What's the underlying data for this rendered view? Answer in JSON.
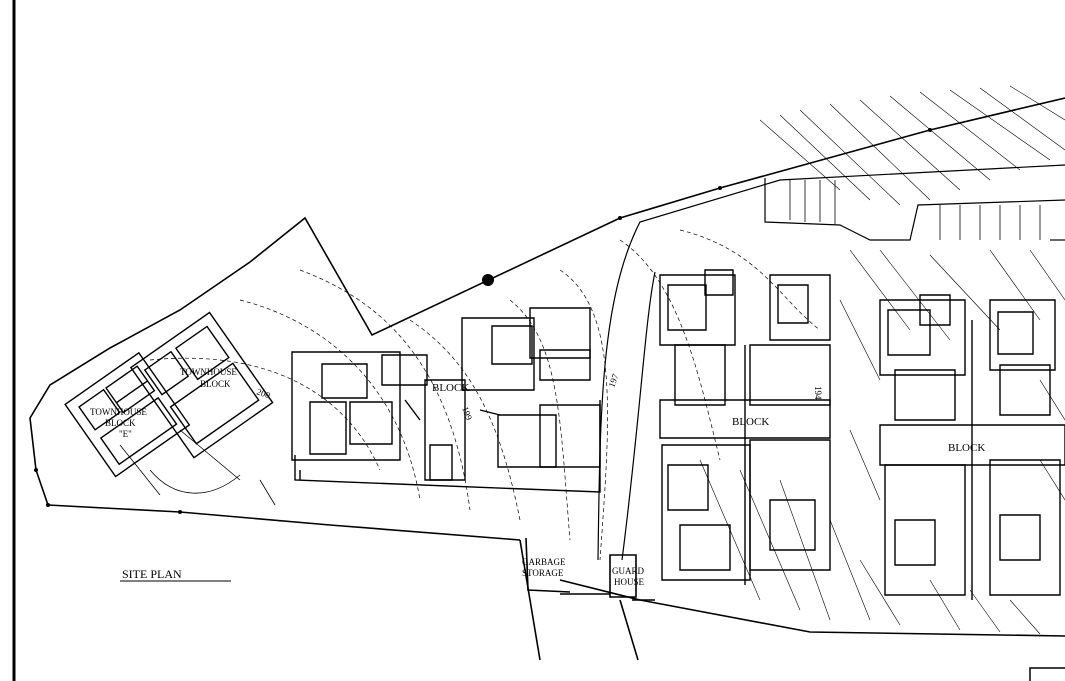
{
  "title": "SITE PLAN",
  "labels": {
    "townhouse_e_line1": "TOWNHOUSE",
    "townhouse_e_line2": "BLOCK",
    "townhouse_e_line3": "\"E\"",
    "townhouse_2_line1": "TOWNHOUSE",
    "townhouse_2_line2": "BLOCK",
    "block_a": "BLOCK",
    "block_b": "BLOCK",
    "block_c": "BLOCK",
    "garbage_line1": "GARBAGE",
    "garbage_line2": "STORAGE",
    "guard_line1": "GUARD",
    "guard_line2": "HOUSE"
  },
  "contours": {
    "c200": "200",
    "c199": "199",
    "c197": "197",
    "c194": "194"
  },
  "colors": {
    "ink": "#000000",
    "paper": "#ffffff"
  }
}
